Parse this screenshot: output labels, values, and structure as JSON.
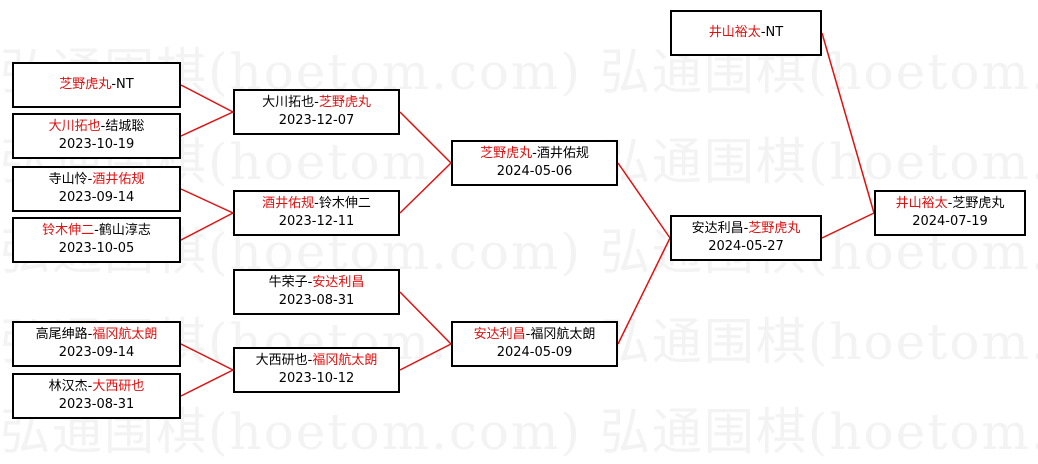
{
  "watermark": "弘通围棋(hoetom.com) 弘通围棋(hoetom.com) 弘通围棋(hoetom.com)",
  "colors": {
    "winner_text": "#e01010",
    "connector": "#e01010",
    "border": "#000000"
  },
  "matches": {
    "r1_1": {
      "p1": "芝野虎丸",
      "sep": "-",
      "p2": "NT",
      "date": "",
      "winner": 1
    },
    "r1_2": {
      "p1": "大川拓也",
      "sep": "-",
      "p2": "结城聡",
      "date": "2023-10-19",
      "winner": 1
    },
    "r1_3": {
      "p1": "寺山怜",
      "sep": "-",
      "p2": "酒井佑规",
      "date": "2023-09-14",
      "winner": 2
    },
    "r1_4": {
      "p1": "铃木伸二",
      "sep": "-",
      "p2": "鹤山淳志",
      "date": "2023-10-05",
      "winner": 1
    },
    "r1_5": {
      "p1": "高尾绅路",
      "sep": "-",
      "p2": "福冈航太朗",
      "date": "2023-09-14",
      "winner": 2
    },
    "r1_6": {
      "p1": "林汉杰",
      "sep": "-",
      "p2": "大西研也",
      "date": "2023-08-31",
      "winner": 2
    },
    "r2_1": {
      "p1": "大川拓也",
      "sep": "-",
      "p2": "芝野虎丸",
      "date": "2023-12-07",
      "winner": 2
    },
    "r2_2": {
      "p1": "酒井佑规",
      "sep": "-",
      "p2": "铃木伸二",
      "date": "2023-12-11",
      "winner": 1
    },
    "r2_3": {
      "p1": "牛荣子",
      "sep": "-",
      "p2": "安达利昌",
      "date": "2023-08-31",
      "winner": 2
    },
    "r2_4": {
      "p1": "大西研也",
      "sep": "-",
      "p2": "福冈航太朗",
      "date": "2023-10-12",
      "winner": 2
    },
    "r3_1": {
      "p1": "芝野虎丸",
      "sep": "-",
      "p2": "酒井佑规",
      "date": "2024-05-06",
      "winner": 1
    },
    "r3_2": {
      "p1": "安达利昌",
      "sep": "-",
      "p2": "福冈航太朗",
      "date": "2024-05-09",
      "winner": 1
    },
    "r4_1": {
      "p1": "安达利昌",
      "sep": "-",
      "p2": "芝野虎丸",
      "date": "2024-05-27",
      "winner": 2
    },
    "seed": {
      "p1": "井山裕太",
      "sep": "-",
      "p2": "NT",
      "date": "",
      "winner": 1
    },
    "final": {
      "p1": "井山裕太",
      "sep": "-",
      "p2": "芝野虎丸",
      "date": "2024-07-19",
      "winner": 1
    }
  }
}
